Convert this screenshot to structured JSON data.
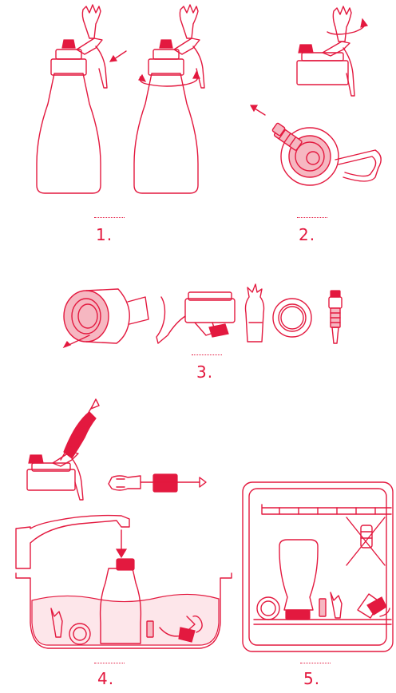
{
  "colors": {
    "accent": "#e3193f",
    "tint": "#f6b7c1",
    "light_tint": "#fde6ea"
  },
  "steps": [
    {
      "label": "1."
    },
    {
      "label": "2."
    },
    {
      "label": "3."
    },
    {
      "label": "4."
    },
    {
      "label": "5."
    }
  ]
}
